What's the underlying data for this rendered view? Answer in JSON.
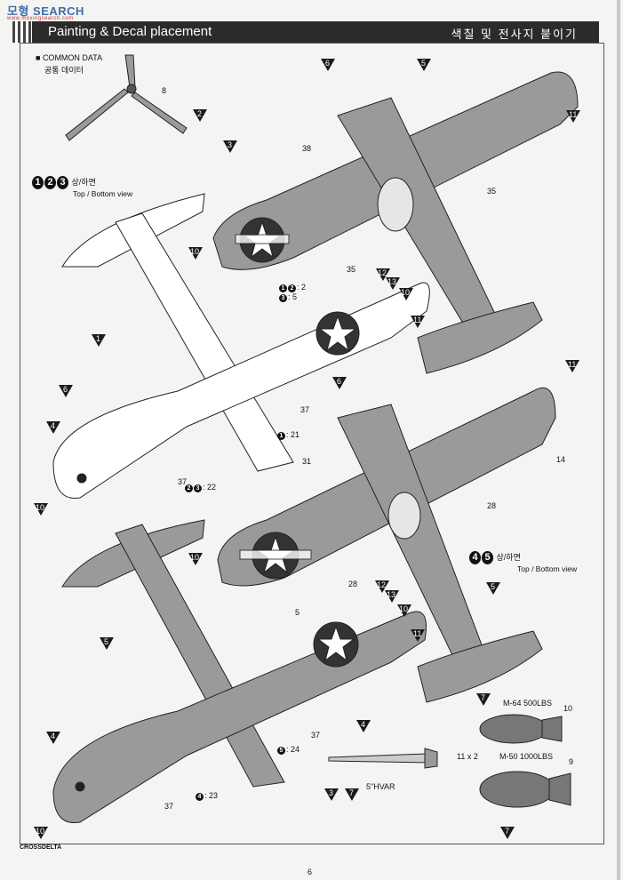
{
  "watermark": {
    "text": "모형 SEARCH",
    "url": "www.moxingsearch.com"
  },
  "header": {
    "title_en": "Painting & Decal placement",
    "title_ko": "색칠 및 전사지 붙이기"
  },
  "common_data": {
    "label_en": "COMMON DATA",
    "label_ko": "공통 데이터"
  },
  "views": [
    {
      "numbers": [
        "1",
        "2",
        "3"
      ],
      "label_ko": "상/하면",
      "label_en": "Top / Bottom view"
    },
    {
      "numbers": [
        "4",
        "5"
      ],
      "label_ko": "상/하면",
      "label_en": "Top / Bottom view"
    }
  ],
  "callouts": {
    "prop": [
      "8",
      "2",
      "3"
    ],
    "plane1_upper": [
      "6",
      "5",
      "11",
      "10"
    ],
    "plane1_lower": [
      "1",
      "6",
      "4",
      "10",
      "12",
      "13",
      "10",
      "11",
      "6"
    ],
    "plane2_upper": [
      "11",
      "10",
      "5",
      "12",
      "13",
      "10",
      "11"
    ],
    "plane2_lower": [
      "5",
      "4",
      "10"
    ],
    "ordnance": [
      "4",
      "3",
      "7",
      "7",
      "7"
    ]
  },
  "labels": {
    "n38": "38",
    "n35a": "35",
    "n35b": "35",
    "d12_2": "2",
    "d3_5": "5",
    "n37a": "37",
    "n37b": "37",
    "d1_21": "21",
    "d23_22": "22",
    "n31": "31",
    "n14": "14",
    "n28a": "28",
    "n28b": "28",
    "n5": "5",
    "n37c": "37",
    "d5_24": "24",
    "d4_23": "23",
    "n37d": "37"
  },
  "ordnance": {
    "hvar": "5\"HVAR",
    "bomb1": "M-64 500LBS",
    "bomb2": "M-50 1000LBS",
    "n10": "10",
    "n9": "9",
    "n11x2": "11 x 2"
  },
  "brand": "CROSSDELTA",
  "page_number": "6",
  "colors": {
    "gray_fill": "#9a9a9a",
    "white_fill": "#ffffff",
    "header_bg": "#2b2b2b",
    "callout": "#1a1a1a"
  }
}
